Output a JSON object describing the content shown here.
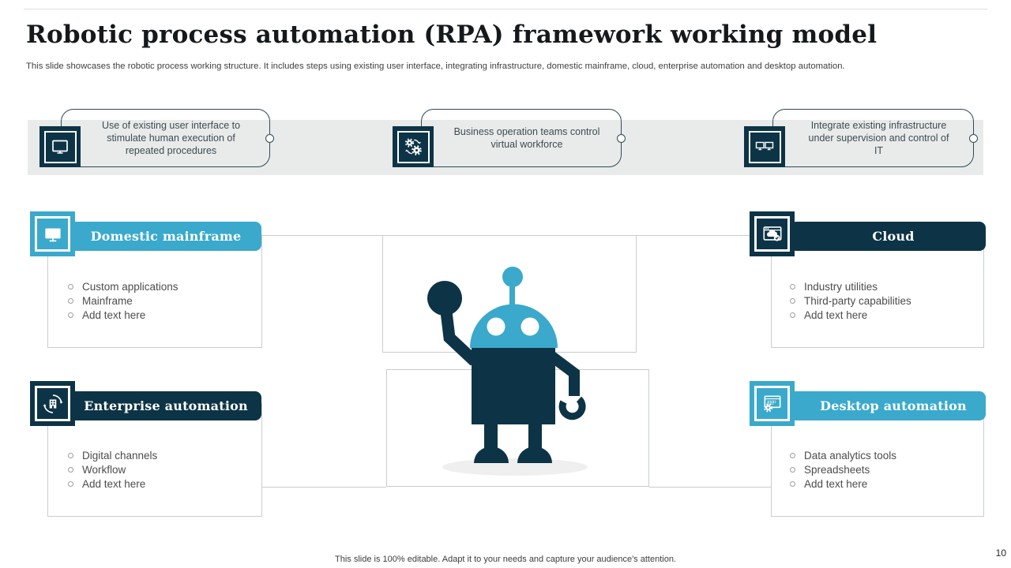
{
  "slide": {
    "title": "Robotic process automation (RPA) framework working model",
    "subtitle": "This slide showcases the robotic process working structure. It includes steps using existing user interface, integrating infrastructure, domestic mainframe, cloud, enterprise automation and desktop automation.",
    "footer": "This slide is 100% editable. Adapt it to your needs and capture your audience's attention.",
    "page_number": "10"
  },
  "colors": {
    "teal": "#3aa9cb",
    "navy": "#0d3446",
    "band": "#e8ebea",
    "line": "#c9cdcd"
  },
  "process_steps": [
    {
      "icon": "monitor-icon",
      "text": "Use of existing user interface to stimulate human execution of repeated procedures"
    },
    {
      "icon": "gears-sync-icon",
      "text": "Business operation teams control virtual workforce"
    },
    {
      "icon": "dual-monitors-icon",
      "text": "Integrate existing infrastructure under supervision and control of IT"
    }
  ],
  "quadrants": [
    {
      "label": "Domestic mainframe",
      "theme": "teal",
      "icon": "monitor-icon",
      "items": [
        "Custom applications",
        "Mainframe",
        "Add text here"
      ]
    },
    {
      "label": "Cloud",
      "theme": "navy",
      "icon": "cloud-window-icon",
      "items": [
        "Industry utilities",
        "Third-party capabilities",
        "Add text here"
      ]
    },
    {
      "label": "Enterprise automation",
      "theme": "navy",
      "icon": "building-sync-icon",
      "items": [
        "Digital channels",
        "Workflow",
        "Add text here"
      ]
    },
    {
      "label": "Desktop automation",
      "theme": "teal",
      "icon": "window-gear-icon",
      "items": [
        "Data analytics tools",
        "Spreadsheets",
        "Add text here"
      ]
    }
  ]
}
